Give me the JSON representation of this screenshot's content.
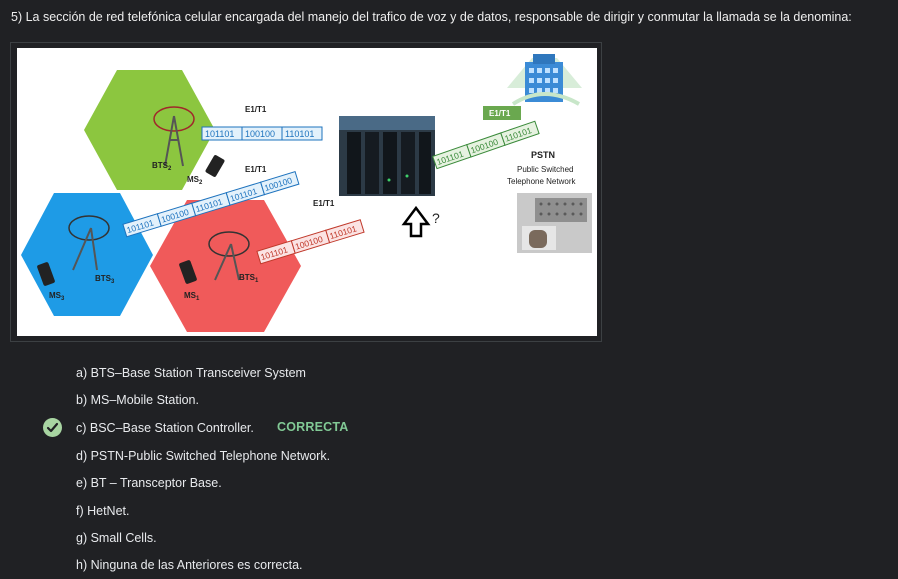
{
  "question": {
    "text": "5) La sección de red telefónica celular encargada del manejo del trafico de voz y de datos, responsable de dirigir y conmutar la llamada se la denomina:"
  },
  "figure": {
    "labels": {
      "e1t1": "E1/T1",
      "bts1": "BTS",
      "bts2": "BTS",
      "bts3": "BTS",
      "ms1": "MS",
      "ms2": "MS",
      "ms3": "MS",
      "sub1": "1",
      "sub2": "2",
      "sub3": "3",
      "question_mark": "?",
      "pstn_title": "PSTN",
      "pstn_line1": "Public Switched",
      "pstn_line2": "Telephone Network"
    },
    "bits": {
      "a": "101101",
      "b": "100100",
      "c": "110101"
    },
    "colors": {
      "green_cell": "#8cc63f",
      "blue_cell": "#1e9be6",
      "red_cell": "#f05a5a",
      "bit_blue": "#1e73be",
      "bit_red": "#c0392b",
      "bit_green": "#3a8a3a"
    }
  },
  "options": [
    {
      "label": "a) BTS–Base Station Transceiver System"
    },
    {
      "label": "b) MS–Mobile Station."
    },
    {
      "label": "c) BSC–Base Station Controller."
    },
    {
      "label": "d) PSTN-Public Switched Telephone Network."
    },
    {
      "label": "e) BT – Transceptor Base."
    },
    {
      "label": "f) HetNet."
    },
    {
      "label": "g) Small Cells."
    },
    {
      "label": "h) Ninguna de las Anteriores es correcta."
    }
  ],
  "correct": {
    "tag": "CORRECTA",
    "icon": "check-circle-icon"
  }
}
